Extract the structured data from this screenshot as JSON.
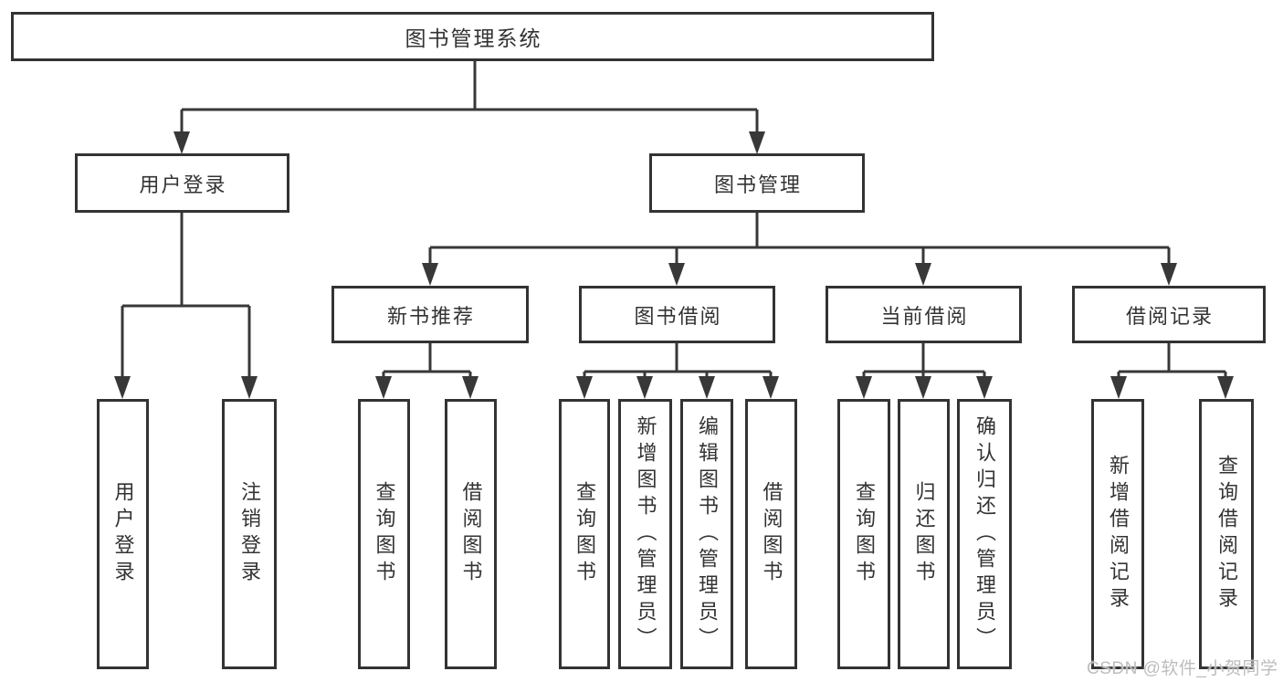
{
  "diagram": {
    "type": "hierarchy-chart",
    "background_color": "#ffffff",
    "line_color": "#383838",
    "border_color": "#333333",
    "text_color": "#333333"
  },
  "nodes": {
    "root": {
      "label": "图书管理系统",
      "children": [
        "user_login",
        "book_mgmt"
      ]
    },
    "user_login": {
      "label": "用户登录",
      "children": [
        "login",
        "logout"
      ]
    },
    "book_mgmt": {
      "label": "图书管理",
      "children": [
        "new_book_rec",
        "book_borrow",
        "current_borrow",
        "borrow_records"
      ]
    },
    "login": {
      "label": "用户登录",
      "children": []
    },
    "logout": {
      "label": "注销登录",
      "children": []
    },
    "new_book_rec": {
      "label": "新书推荐",
      "children": [
        "rec_query_books",
        "rec_borrow_books"
      ]
    },
    "book_borrow": {
      "label": "图书借阅",
      "children": [
        "bb_query_books",
        "bb_add_books",
        "bb_edit_books",
        "bb_borrow_books"
      ]
    },
    "current_borrow": {
      "label": "当前借阅",
      "children": [
        "cb_query_books",
        "cb_return_books",
        "cb_confirm_return"
      ]
    },
    "borrow_records": {
      "label": "借阅记录",
      "children": [
        "br_add_record",
        "br_query_record"
      ]
    },
    "rec_query_books": {
      "label": "查询图书",
      "children": []
    },
    "rec_borrow_books": {
      "label": "借阅图书",
      "children": []
    },
    "bb_query_books": {
      "label": "查询图书",
      "children": []
    },
    "bb_add_books": {
      "label": "新增图书（管理员）",
      "children": []
    },
    "bb_edit_books": {
      "label": "编辑图书（管理员）",
      "children": []
    },
    "bb_borrow_books": {
      "label": "借阅图书",
      "children": []
    },
    "cb_query_books": {
      "label": "查询图书",
      "children": []
    },
    "cb_return_books": {
      "label": "归还图书",
      "children": []
    },
    "cb_confirm_return": {
      "label": "确认归还（管理员）",
      "children": []
    },
    "br_add_record": {
      "label": "新增借阅记录",
      "children": []
    },
    "br_query_record": {
      "label": "查询借阅记录",
      "children": []
    }
  },
  "watermark": {
    "text": "CSDN @软件_小贺同学",
    "color": "#bdbdbd"
  }
}
